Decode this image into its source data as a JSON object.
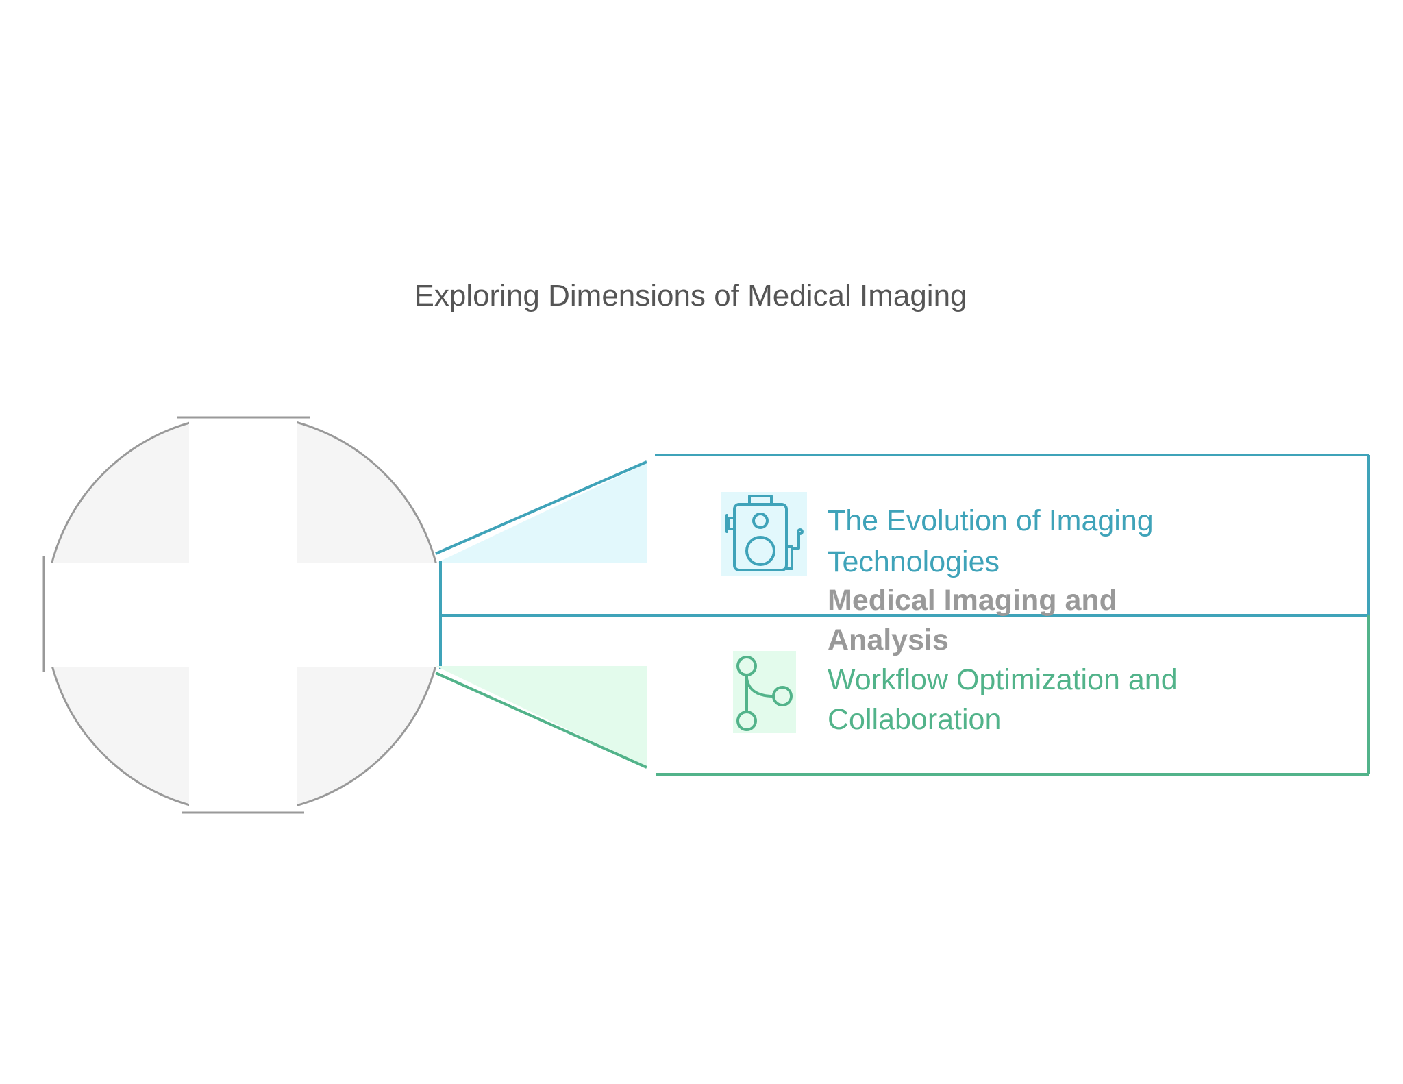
{
  "title": "Exploring Dimensions of Medical Imaging",
  "center": {
    "label_line1": "Medical Imaging and",
    "label_line2": "Analysis",
    "color": "#999999"
  },
  "items": [
    {
      "label_line1": "The Evolution of Imaging",
      "label_line2": "Technologies",
      "icon": "camera-icon",
      "color": "#3fa3b9",
      "fill": "#e2f8fc"
    },
    {
      "label_line1": "Workflow Optimization and",
      "label_line2": "Collaboration",
      "icon": "branch-icon",
      "color": "#52b38a",
      "fill": "#e3fbec"
    }
  ]
}
